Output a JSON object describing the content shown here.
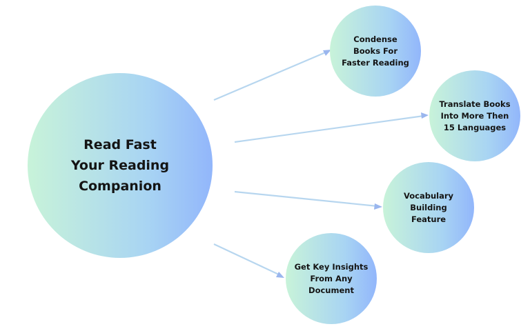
{
  "hub": {
    "label": "Read Fast\nYour Reading\nCompanion"
  },
  "features": [
    {
      "label": "Condense\nBooks For\nFaster Reading"
    },
    {
      "label": "Translate Books\nInto More Then\n15 Languages"
    },
    {
      "label": "Vocabulary\nBuilding\nFeature"
    },
    {
      "label": "Get Key Insights\nFrom Any\nDocument"
    }
  ],
  "colors": {
    "circle_start": "#c8f3d9",
    "circle_end": "#92b6fb",
    "arrow_start": "#d6f4e2",
    "arrow_end": "#9ab6ee",
    "text": "#141414"
  }
}
